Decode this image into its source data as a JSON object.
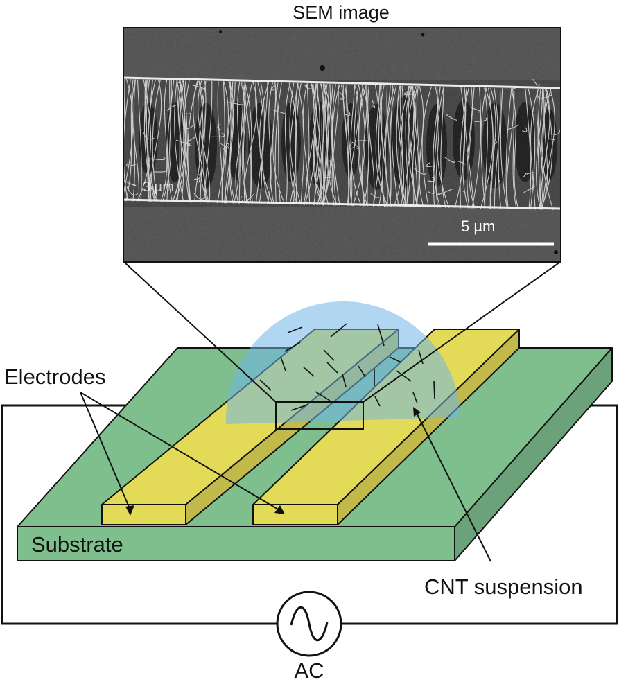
{
  "sem": {
    "title": "SEM image",
    "scale_bar_label": "5 µm",
    "overlay_text": "3 µm"
  },
  "labels": {
    "electrodes": "Electrodes",
    "substrate": "Substrate",
    "cnt_suspension": "CNT suspension",
    "ac_source": "AC"
  },
  "colors": {
    "substrate": "#7fbf8e",
    "electrode": "#e3db57",
    "suspension": "#6fb4e6",
    "sem_background": "#4a4a4a",
    "outline": "#111111"
  }
}
